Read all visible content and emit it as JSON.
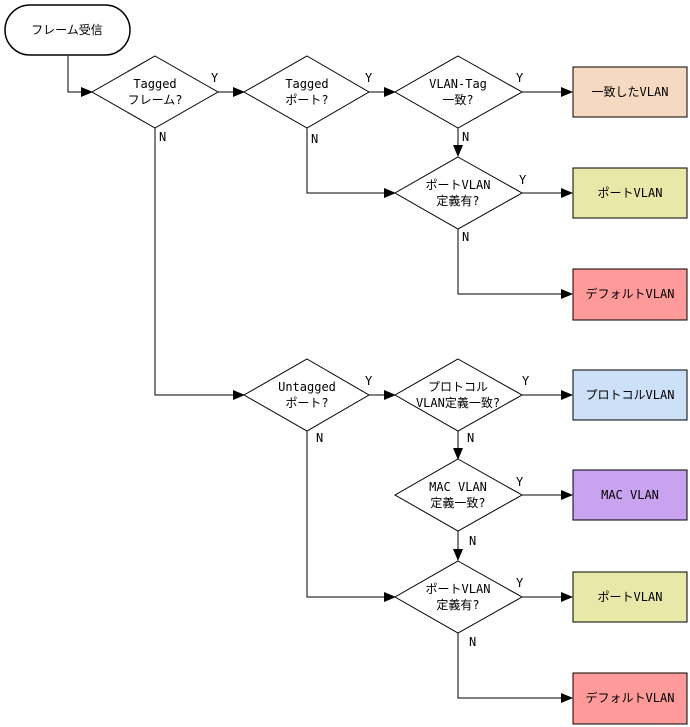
{
  "start": {
    "label": "フレーム受信"
  },
  "decisions": {
    "tagged_frame": {
      "line1": "Tagged",
      "line2": "フレーム?"
    },
    "tagged_port": {
      "line1": "Tagged",
      "line2": "ポート?"
    },
    "vlan_tag_match": {
      "line1": "VLAN-Tag",
      "line2": "一致?"
    },
    "port_vlan_1": {
      "line1": "ポートVLAN",
      "line2": "定義有?"
    },
    "untagged_port": {
      "line1": "Untagged",
      "line2": "ポート?"
    },
    "protocol_vlan": {
      "line1": "プロトコル",
      "line2": "VLAN定義一致?"
    },
    "mac_vlan": {
      "line1": "MAC VLAN",
      "line2": "定義一致?"
    },
    "port_vlan_2": {
      "line1": "ポートVLAN",
      "line2": "定義有?"
    }
  },
  "results": {
    "matched_vlan": {
      "label": "一致したVLAN",
      "color": "#f5d9c0"
    },
    "port_vlan_1": {
      "label": "ポートVLAN",
      "color": "#e8e8a8"
    },
    "default_vlan_1": {
      "label": "デフォルトVLAN",
      "color": "#ff9a9a"
    },
    "protocol_vlan": {
      "label": "プロトコルVLAN",
      "color": "#cce0f8"
    },
    "mac_vlan": {
      "label": "MAC VLAN",
      "color": "#c9a3f0"
    },
    "port_vlan_2": {
      "label": "ポートVLAN",
      "color": "#e8e8a8"
    },
    "default_vlan_2": {
      "label": "デフォルトVLAN",
      "color": "#ff9a9a"
    }
  },
  "edge_labels": {
    "yes": "Y",
    "no": "N"
  }
}
